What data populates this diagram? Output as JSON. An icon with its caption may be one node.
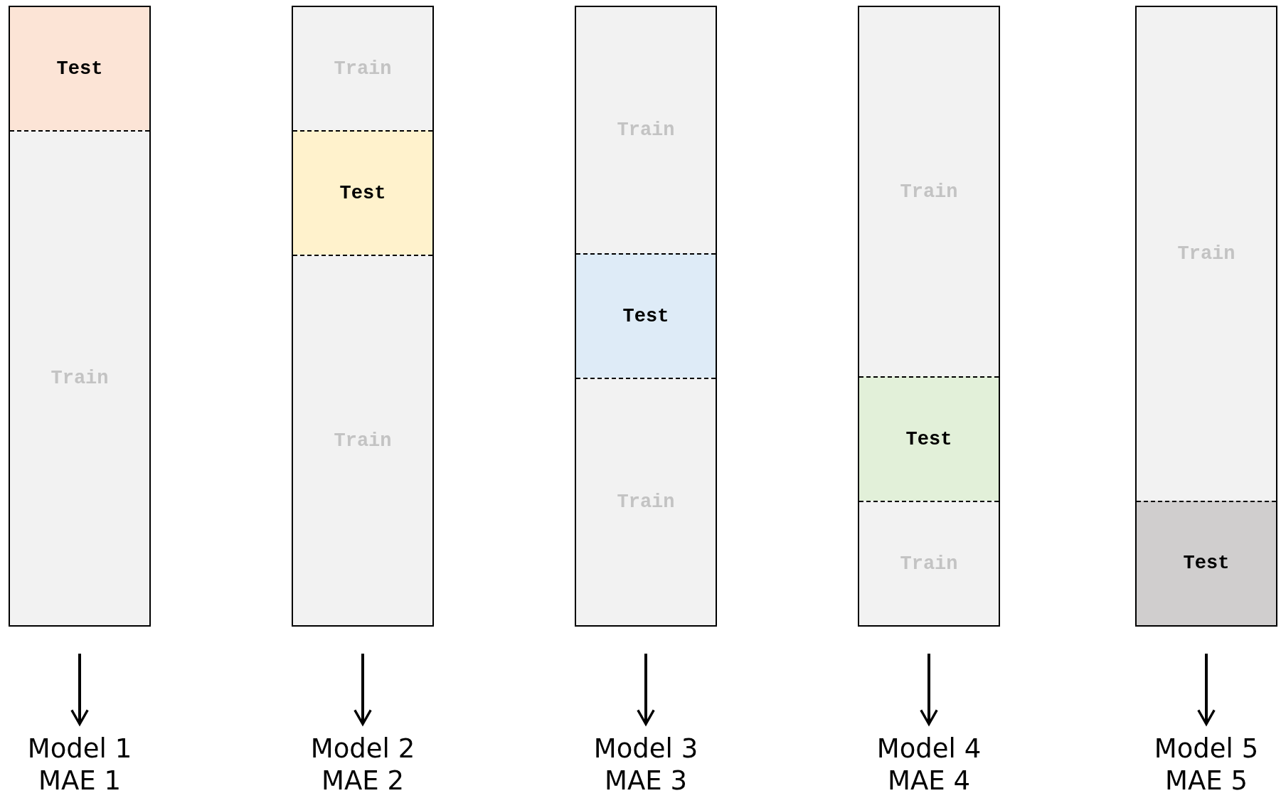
{
  "diagram": {
    "nodes": [
      {
        "text": [],
        "shape": "box"
      },
      {
        "text": [
          "Test"
        ],
        "in": 0
      },
      {
        "text": [
          "Train"
        ],
        "in": 0
      },
      {
        "text": [],
        "shape": "box"
      },
      {
        "text": [
          "Train"
        ],
        "in": 3
      },
      {
        "text": [
          "Test"
        ],
        "in": 3
      },
      {
        "text": [
          "Train"
        ],
        "in": 3
      },
      {
        "text": [],
        "shape": "box"
      },
      {
        "text": [
          "Train"
        ],
        "in": 7
      },
      {
        "text": [
          "Test"
        ],
        "in": 7
      },
      {
        "text": [
          "Train"
        ],
        "in": 7
      },
      {
        "text": [],
        "shape": "box"
      },
      {
        "text": [
          "Train"
        ],
        "in": 11
      },
      {
        "text": [
          "Test"
        ],
        "in": 11
      },
      {
        "text": [
          "Train"
        ],
        "in": 11
      },
      {
        "text": [],
        "shape": "box"
      },
      {
        "text": [
          "Train"
        ],
        "in": 15
      },
      {
        "text": [
          "Test"
        ],
        "in": 15
      },
      {
        "text": [
          "Model 1",
          "MAE 1"
        ]
      },
      {
        "text": [
          "Model 2",
          "MAE 2"
        ]
      },
      {
        "text": [
          "Model 3",
          "MAE 3"
        ]
      },
      {
        "text": [
          "Model 4",
          "MAE 4"
        ]
      },
      {
        "text": [
          "Model 5",
          "MAE 5"
        ]
      }
    ],
    "edges": [
      {
        "from": 0,
        "to": 18,
        "arrow": "to"
      },
      {
        "from": 3,
        "to": 19,
        "arrow": "to"
      },
      {
        "from": 7,
        "to": 20,
        "arrow": "to"
      },
      {
        "from": 11,
        "to": 21,
        "arrow": "to"
      },
      {
        "from": 15,
        "to": 22,
        "arrow": "to"
      }
    ]
  }
}
